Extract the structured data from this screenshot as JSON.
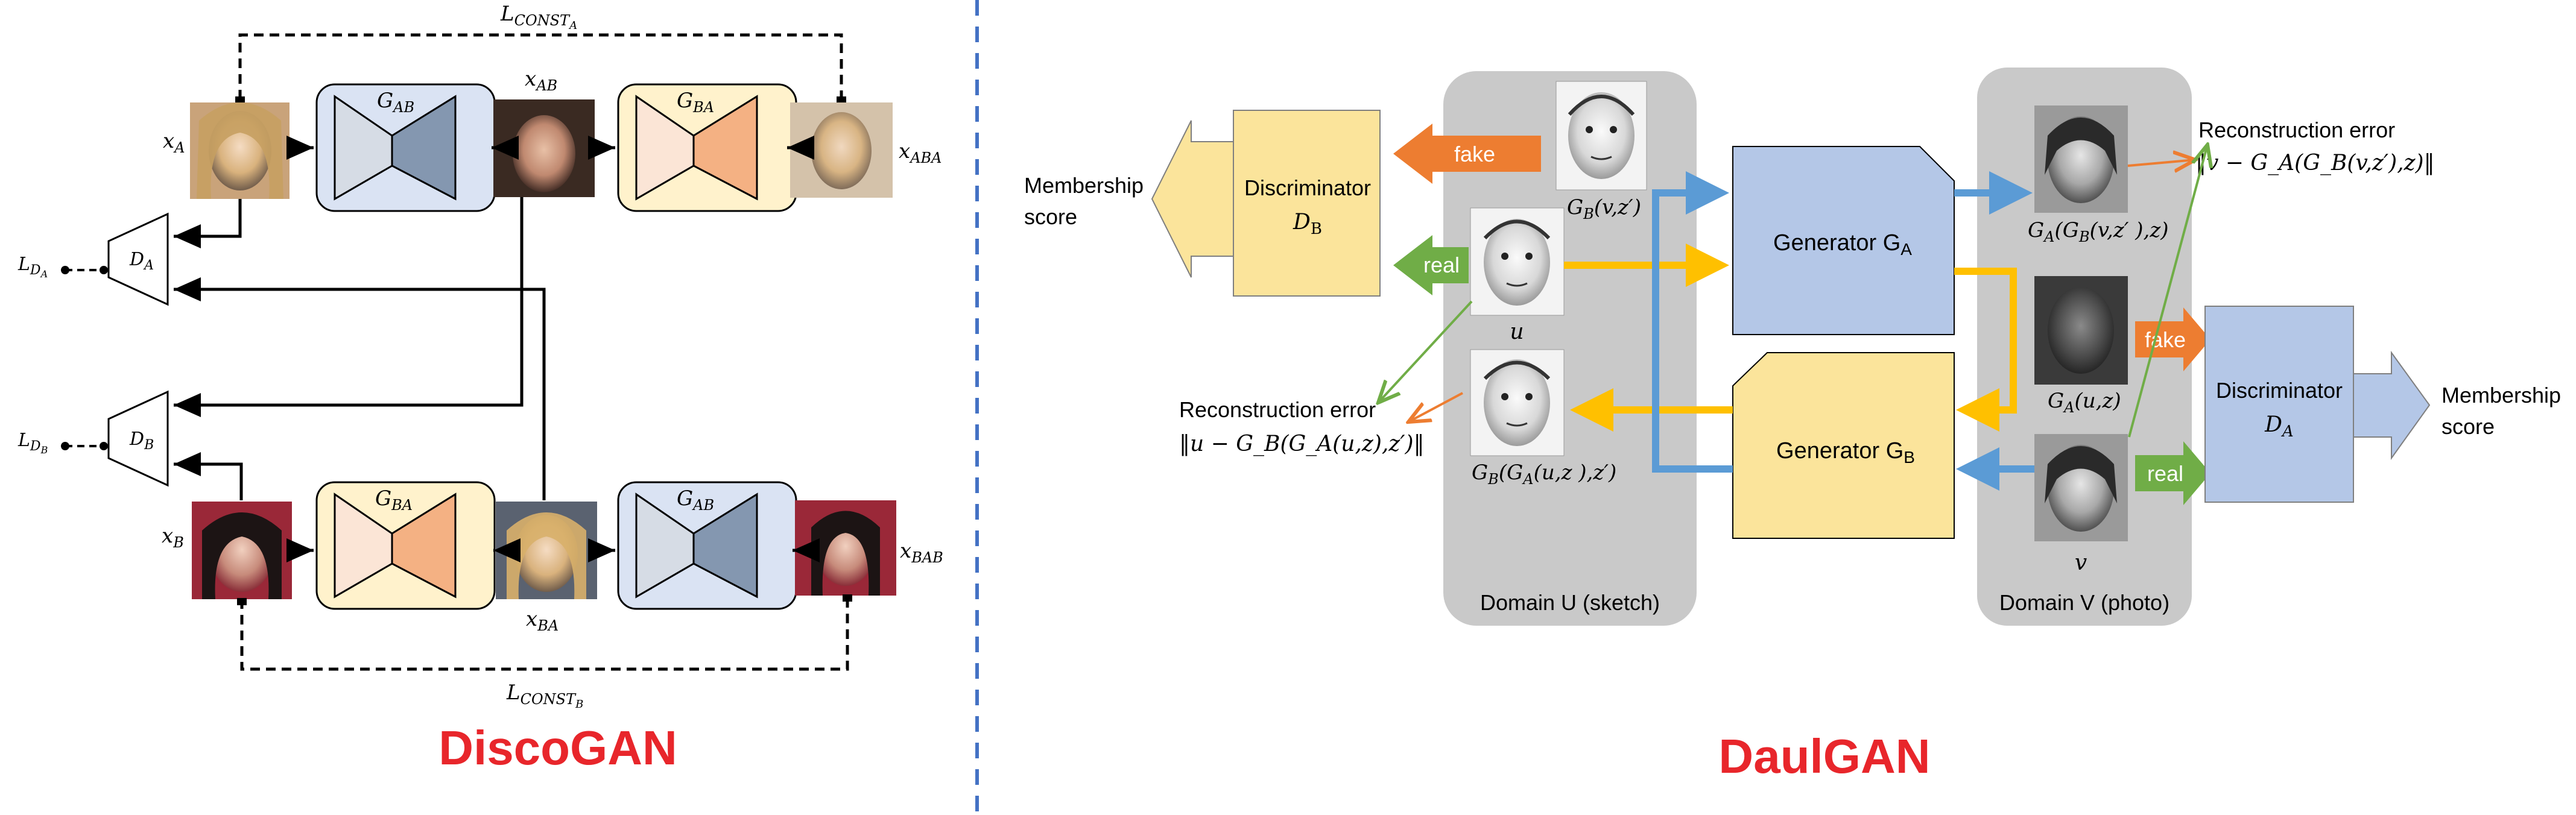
{
  "colors": {
    "title_red": "#e8262b",
    "domain_box": "#c9c9c9",
    "disc_yellow": "#fbe49b",
    "gen_blue": "#b4c7e7",
    "arrow_blue": "#5b9bd5",
    "arrow_orange": "#ed7d31",
    "arrow_green": "#70ad47",
    "arrow_gold": "#ffc000",
    "divider_blue": "#4472c4"
  },
  "discogan": {
    "title": "DiscoGAN",
    "labels": {
      "l_const_a": "L_CONST_A",
      "l_const_b": "L_CONST_B",
      "x_a": "x_A",
      "x_ab": "x_AB",
      "x_aba": "x_ABA",
      "x_b": "x_B",
      "x_ba": "x_BA",
      "x_bab": "x_BAB",
      "g_ab_top": "G_AB",
      "g_ba_top": "G_BA",
      "g_ba_bottom": "G_BA",
      "g_ab_bottom": "G_AB",
      "d_a": "D_A",
      "d_b": "D_B",
      "l_da": "L_DA",
      "l_db": "L_DB"
    }
  },
  "dualgan": {
    "title": "DaulGAN",
    "left_disc": {
      "line1": "Discriminator",
      "line2": "D_B"
    },
    "right_disc": {
      "line1": "Discriminator",
      "line2": "D_A"
    },
    "gen_a": "Generator G_A",
    "gen_b": "Generator G_B",
    "domain_u": "Domain U (sketch)",
    "domain_v": "Domain V (photo)",
    "membership_left": [
      "Membership",
      "score"
    ],
    "membership_right": [
      "Membership",
      "score"
    ],
    "fake_left": "fake",
    "real_left": "real",
    "fake_right": "fake",
    "real_right": "real",
    "recon_left_title": "Reconstruction error",
    "recon_left_formula": "‖u − G_B(G_A(u,z),z′)‖",
    "recon_right_title": "Reconstruction error",
    "recon_right_formula": "‖v − G_A(G_B(v,z′),z)‖",
    "label_gb_v": "G_B(v,z′)",
    "label_u": "u",
    "label_gb_ga": "G_B(G_A(u,z),z′)",
    "label_ga_gb": "G_A(G_B(v,z′),z)",
    "label_ga_u": "G_A(u,z)",
    "label_v": "v"
  }
}
